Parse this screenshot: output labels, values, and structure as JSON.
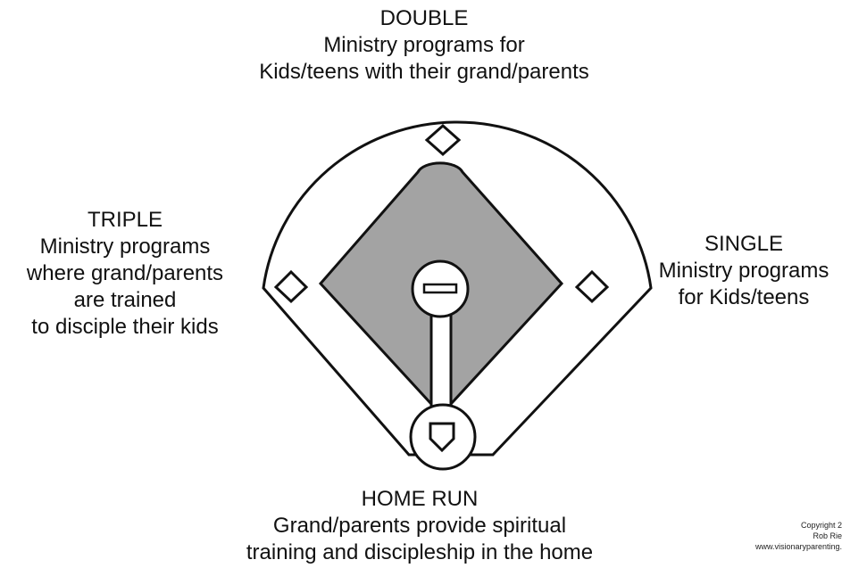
{
  "bases": {
    "double": {
      "name": "DOUBLE",
      "line1": "Ministry programs for",
      "line2": "Kids/teens with their grand/parents"
    },
    "triple": {
      "name": "TRIPLE",
      "line1": "Ministry programs",
      "line2": "where grand/parents",
      "line3": "are trained",
      "line4": "to disciple their kids"
    },
    "single": {
      "name": "SINGLE",
      "line1": "Ministry programs",
      "line2": "for Kids/teens"
    },
    "home_run": {
      "name": "HOME RUN",
      "line1": "Grand/parents provide spiritual",
      "line2": "training and discipleship in the home"
    }
  },
  "copyright": {
    "line1": "Copyright 2",
    "line2": "Rob Rie",
    "line3": "www.visionaryparenting."
  },
  "colors": {
    "infield": "#a3a3a3",
    "outline": "#111111",
    "background": "#ffffff"
  }
}
